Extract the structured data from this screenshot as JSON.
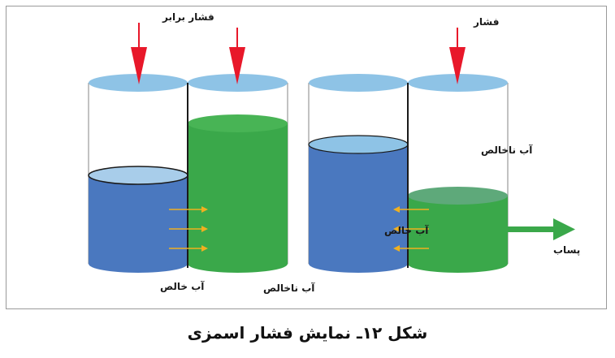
{
  "diagram": {
    "labels": {
      "equal_pressure": "فشار برابر",
      "pressure": "فشار",
      "pure_water_left": "آب خالص",
      "impure_water_left": "آب ناخالص",
      "pure_water_right": "آب خالص",
      "impure_water_right": "آب ناخالص",
      "brine": "پساب"
    },
    "colors": {
      "pure_water": "#4a78bf",
      "impure_water": "#3aa84a",
      "cap": "#8ec3e6",
      "pressure_arrow": "#e8182a",
      "flow_arrow": "#f0b020",
      "brine_arrow": "#3aa84a"
    }
  },
  "caption": "شکل ۱۲ـ نمایش فشار اسمزی"
}
